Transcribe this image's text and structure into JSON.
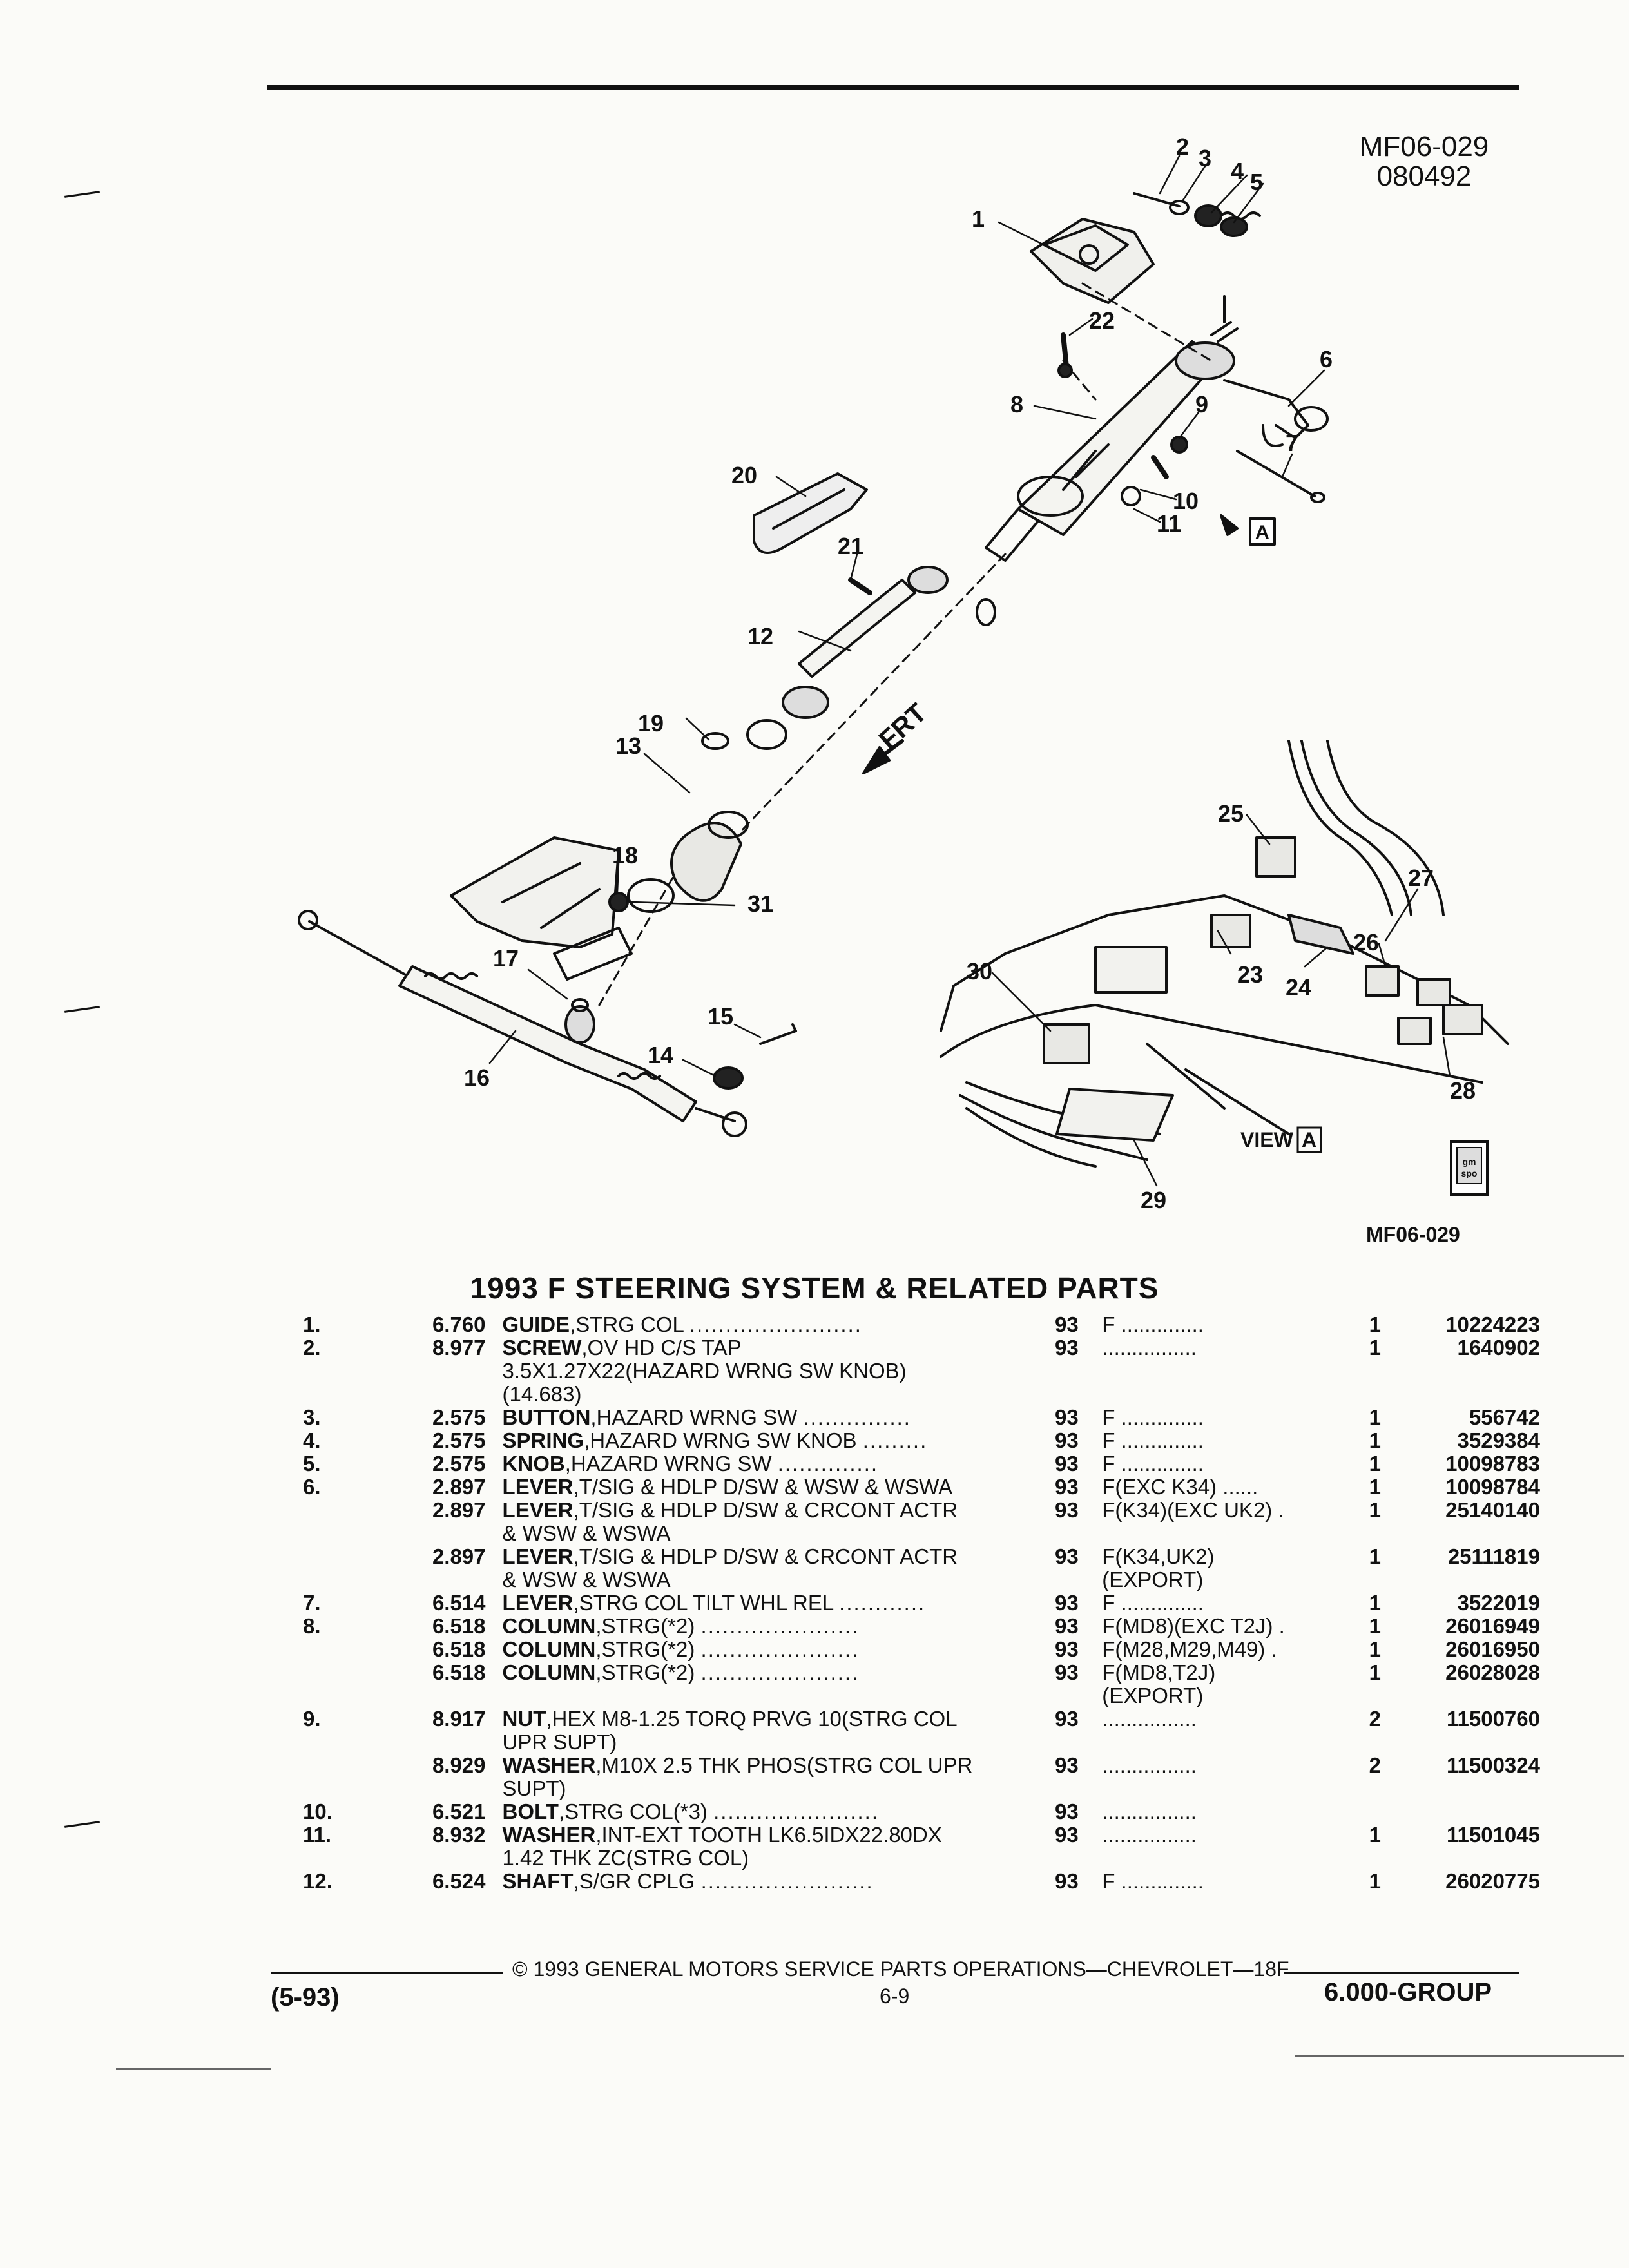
{
  "figure": {
    "code_top": "MF06-029",
    "date_code": "080492",
    "code_bottom": "MF06-029",
    "view_label": "VIEW",
    "view_letter": "A",
    "frt_label": "FRT",
    "logo_text": "gm spo",
    "callouts": [
      "1",
      "2",
      "3",
      "4",
      "5",
      "6",
      "7",
      "8",
      "9",
      "10",
      "11",
      "12",
      "13",
      "14",
      "15",
      "16",
      "17",
      "18",
      "19",
      "20",
      "21",
      "22",
      "23",
      "24",
      "25",
      "26",
      "27",
      "28",
      "29",
      "30",
      "31"
    ]
  },
  "title": "1993 F STEERING SYSTEM & RELATED PARTS",
  "parts": [
    {
      "item": "1.",
      "group": "6.760",
      "name": "GUIDE",
      "desc": ",STRG COL",
      "dots": "........................",
      "year": "93",
      "cond": "F ..............",
      "qty": "1",
      "part": "10224223"
    },
    {
      "item": "2.",
      "group": "8.977",
      "name": "SCREW",
      "desc": ",OV HD C/S TAP",
      "dots": "",
      "year": "93",
      "cond": "................",
      "qty": "1",
      "part": "1640902"
    },
    {
      "item": "",
      "group": "",
      "name": "",
      "desc": "3.5X1.27X22(HAZARD WRNG SW KNOB)",
      "dots": "",
      "year": "",
      "cond": "",
      "qty": "",
      "part": ""
    },
    {
      "item": "",
      "group": "",
      "name": "",
      "desc": "(14.683)",
      "dots": "",
      "year": "",
      "cond": "",
      "qty": "",
      "part": ""
    },
    {
      "item": "3.",
      "group": "2.575",
      "name": "BUTTON",
      "desc": ",HAZARD WRNG SW",
      "dots": "...............",
      "year": "93",
      "cond": "F ..............",
      "qty": "1",
      "part": "556742"
    },
    {
      "item": "4.",
      "group": "2.575",
      "name": "SPRING",
      "desc": ",HAZARD WRNG SW KNOB",
      "dots": ".........",
      "year": "93",
      "cond": "F ..............",
      "qty": "1",
      "part": "3529384"
    },
    {
      "item": "5.",
      "group": "2.575",
      "name": "KNOB",
      "desc": ",HAZARD WRNG SW",
      "dots": "..............",
      "year": "93",
      "cond": "F ..............",
      "qty": "1",
      "part": "10098783"
    },
    {
      "item": "6.",
      "group": "2.897",
      "name": "LEVER",
      "desc": ",T/SIG & HDLP D/SW & WSW & WSWA",
      "dots": "",
      "year": "93",
      "cond": "F(EXC K34) ......",
      "qty": "1",
      "part": "10098784"
    },
    {
      "item": "",
      "group": "2.897",
      "name": "LEVER",
      "desc": ",T/SIG & HDLP D/SW & CRCONT ACTR",
      "dots": "",
      "year": "93",
      "cond": "F(K34)(EXC UK2) .",
      "qty": "1",
      "part": "25140140"
    },
    {
      "item": "",
      "group": "",
      "name": "",
      "desc": "& WSW & WSWA",
      "dots": "",
      "year": "",
      "cond": "",
      "qty": "",
      "part": ""
    },
    {
      "item": "",
      "group": "2.897",
      "name": "LEVER",
      "desc": ",T/SIG & HDLP D/SW & CRCONT ACTR",
      "dots": "",
      "year": "93",
      "cond": "F(K34,UK2)",
      "qty": "1",
      "part": "25111819"
    },
    {
      "item": "",
      "group": "",
      "name": "",
      "desc": "& WSW & WSWA",
      "dots": "",
      "year": "",
      "cond": "(EXPORT)",
      "qty": "",
      "part": ""
    },
    {
      "item": "7.",
      "group": "6.514",
      "name": "LEVER",
      "desc": ",STRG COL TILT WHL REL",
      "dots": "............",
      "year": "93",
      "cond": "F ..............",
      "qty": "1",
      "part": "3522019"
    },
    {
      "item": "8.",
      "group": "6.518",
      "name": "COLUMN",
      "desc": ",STRG(*2)",
      "dots": "......................",
      "year": "93",
      "cond": "F(MD8)(EXC T2J) .",
      "qty": "1",
      "part": "26016949"
    },
    {
      "item": "",
      "group": "6.518",
      "name": "COLUMN",
      "desc": ",STRG(*2)",
      "dots": "......................",
      "year": "93",
      "cond": "F(M28,M29,M49) .",
      "qty": "1",
      "part": "26016950"
    },
    {
      "item": "",
      "group": "6.518",
      "name": "COLUMN",
      "desc": ",STRG(*2)",
      "dots": "......................",
      "year": "93",
      "cond": "F(MD8,T2J)",
      "qty": "1",
      "part": "26028028"
    },
    {
      "item": "",
      "group": "",
      "name": "",
      "desc": "",
      "dots": "",
      "year": "",
      "cond": "(EXPORT)",
      "qty": "",
      "part": ""
    },
    {
      "item": "9.",
      "group": "8.917",
      "name": "NUT",
      "desc": ",HEX M8-1.25 TORQ PRVG 10(STRG COL",
      "dots": "",
      "year": "93",
      "cond": "................",
      "qty": "2",
      "part": "11500760"
    },
    {
      "item": "",
      "group": "",
      "name": "",
      "desc": "UPR SUPT)",
      "dots": "",
      "year": "",
      "cond": "",
      "qty": "",
      "part": ""
    },
    {
      "item": "",
      "group": "8.929",
      "name": "WASHER",
      "desc": ",M10X 2.5 THK PHOS(STRG COL UPR",
      "dots": "",
      "year": "93",
      "cond": "................",
      "qty": "2",
      "part": "11500324"
    },
    {
      "item": "",
      "group": "",
      "name": "",
      "desc": "SUPT)",
      "dots": "",
      "year": "",
      "cond": "",
      "qty": "",
      "part": ""
    },
    {
      "item": "10.",
      "group": "6.521",
      "name": "BOLT",
      "desc": ",STRG COL(*3)",
      "dots": ".......................",
      "year": "93",
      "cond": "................",
      "qty": "",
      "part": ""
    },
    {
      "item": "11.",
      "group": "8.932",
      "name": "WASHER",
      "desc": ",INT-EXT TOOTH LK6.5IDX22.80DX",
      "dots": "",
      "year": "93",
      "cond": "................",
      "qty": "1",
      "part": "11501045"
    },
    {
      "item": "",
      "group": "",
      "name": "",
      "desc": "1.42 THK ZC(STRG COL)",
      "dots": "",
      "year": "",
      "cond": "",
      "qty": "",
      "part": ""
    },
    {
      "item": "12.",
      "group": "6.524",
      "name": "SHAFT",
      "desc": ",S/GR CPLG",
      "dots": "........................",
      "year": "93",
      "cond": "F ..............",
      "qty": "1",
      "part": "26020775"
    }
  ],
  "footer": {
    "copyright": "© 1993 GENERAL MOTORS SERVICE PARTS OPERATIONS—CHEVROLET—18F",
    "revision": "(5-93)",
    "page": "6-9",
    "group": "6.000-GROUP"
  }
}
